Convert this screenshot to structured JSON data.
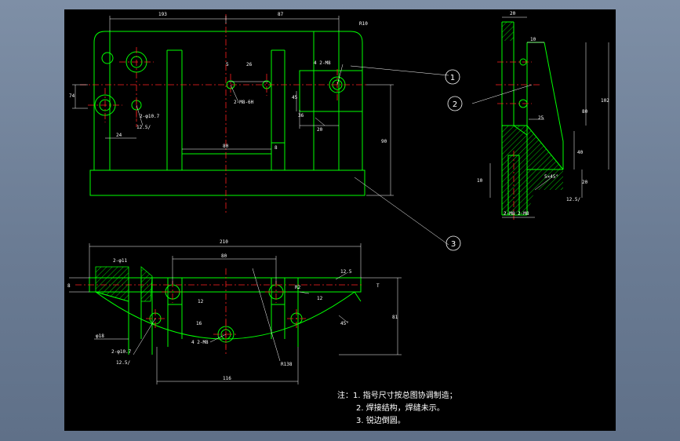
{
  "dimensions": {
    "front_view": {
      "left_width": "193",
      "right_width": "87",
      "radius_corner": "R10",
      "hole_4_2": "4 2-M8",
      "hole_spacing_5": "5",
      "hole_spacing_26": "26",
      "tapped_holes": "2-M8-6H",
      "two_holes": "2-φ10.7",
      "roughness": "12.5/",
      "left_24": "24",
      "height_74": "74",
      "inner_80": "80",
      "inner_8": "8",
      "right_45": "45",
      "right_20": "20",
      "right_36": "36",
      "height_90": "90"
    },
    "side_view": {
      "width_20": "20",
      "width_10": "10",
      "height_80": "80",
      "height_102": "102",
      "dim_25": "25",
      "dim_40": "40",
      "dim_10_left": "10",
      "dim_20_right": "20",
      "chamfer": "5×45°",
      "thread_note": "2-M8  2-M8",
      "roughness": "12.5/"
    },
    "top_view": {
      "overall_210": "210",
      "inner_80": "80",
      "hole_2_phi11": "2-φ11",
      "left_8": "8",
      "left_T": "T",
      "dim_12": "12",
      "dim_R2": "R2",
      "dim_12b": "12",
      "dim_16": "16",
      "phi_18": "φ18",
      "two_phi_10": "2-φ10.7",
      "roughness": "12.5/",
      "four_2_M8": "4 2-M8",
      "radius_138": "R138",
      "bottom_116": "116",
      "height_81": "81",
      "angle_45": "45°",
      "right_roughness": "12.5"
    }
  },
  "balloons": [
    "1",
    "2",
    "3"
  ],
  "notes": {
    "title": "注：1. 指号尺寸按总图协调制造；",
    "line2": "2. 焊接结构，焊缝未示。",
    "line3": "3. 锐边倒圆。"
  }
}
